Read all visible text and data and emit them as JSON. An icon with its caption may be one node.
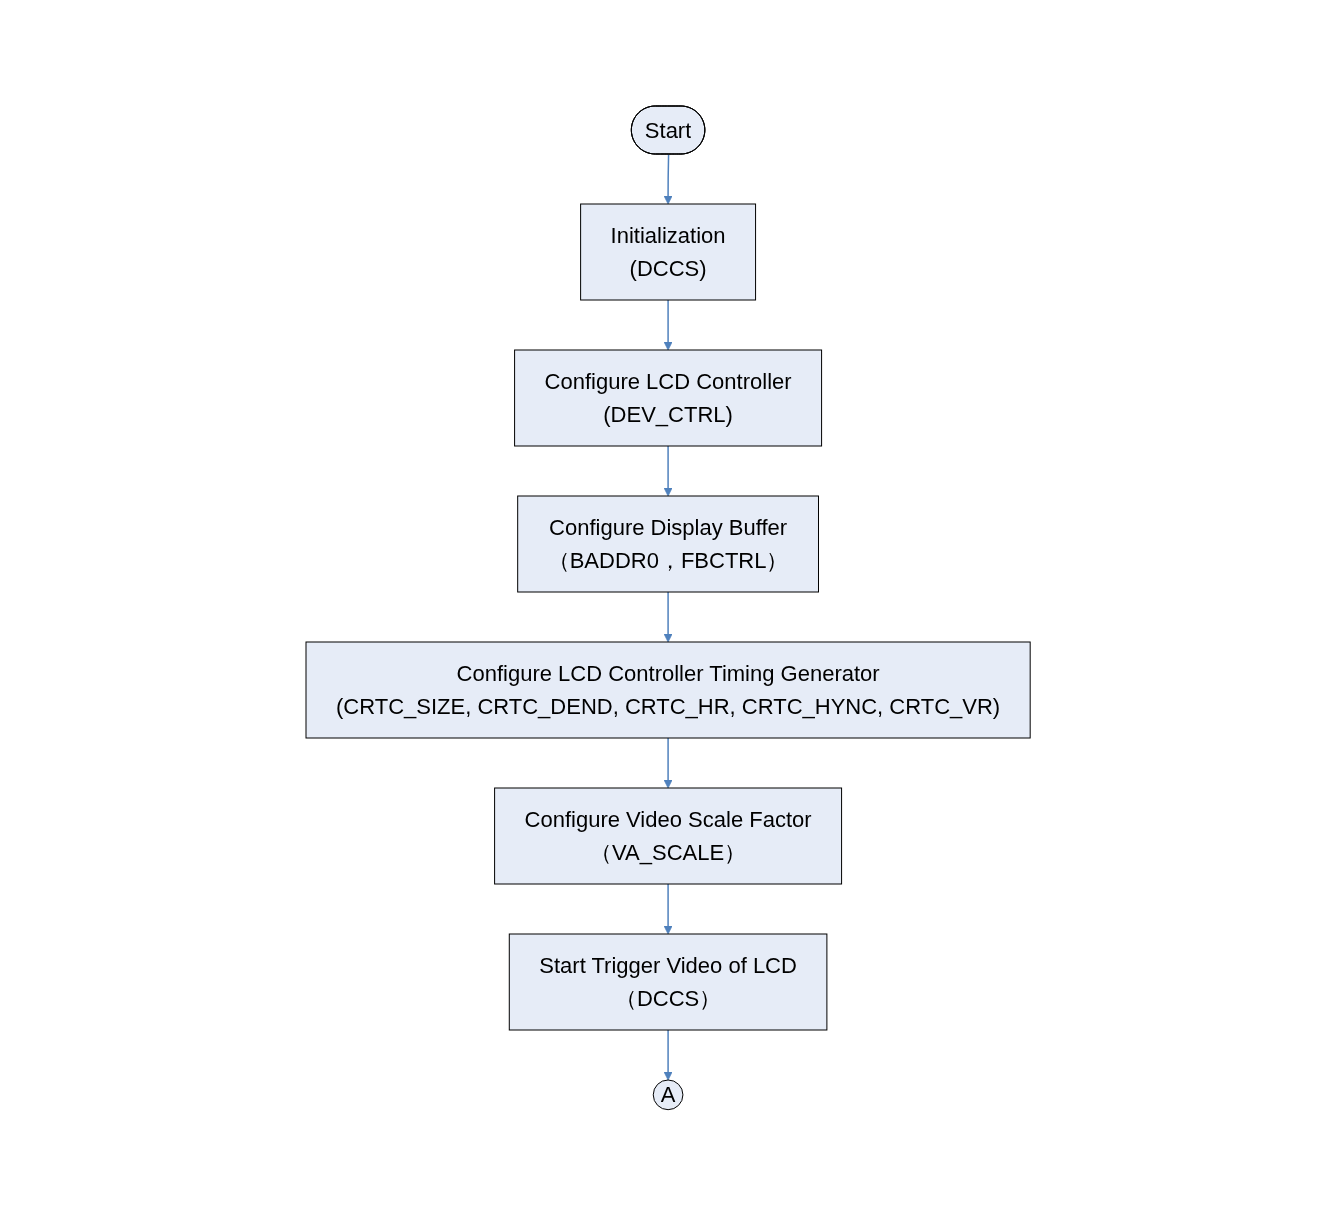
{
  "diagram": {
    "nodes": [
      {
        "text": [
          "Start"
        ]
      },
      {
        "text": [
          "Initialization",
          "(DCCS)"
        ]
      },
      {
        "text": [
          "Configure LCD Controller",
          "(DEV_CTRL)"
        ]
      },
      {
        "text": [
          "Configure Display Buffer",
          "（BADDR0，FBCTRL）"
        ]
      },
      {
        "text": [
          "Configure LCD Controller Timing Generator",
          "(CRTC_SIZE, CRTC_DEND, CRTC_HR, CRTC_HYNC, CRTC_VR)"
        ]
      },
      {
        "text": [
          "Configure Video Scale Factor",
          "（VA_SCALE）"
        ]
      },
      {
        "text": [
          "Start Trigger Video of LCD",
          "（DCCS）"
        ]
      },
      {
        "text": [
          "A"
        ]
      }
    ],
    "edges": [
      {
        "from": 0,
        "to": 1,
        "arrow": "to"
      },
      {
        "from": 1,
        "to": 2,
        "arrow": "to"
      },
      {
        "from": 2,
        "to": 3,
        "arrow": "to"
      },
      {
        "from": 3,
        "to": 4,
        "arrow": "to"
      },
      {
        "from": 4,
        "to": 5,
        "arrow": "to"
      },
      {
        "from": 5,
        "to": 6,
        "arrow": "to"
      },
      {
        "from": 6,
        "to": 7,
        "arrow": "to"
      }
    ]
  }
}
